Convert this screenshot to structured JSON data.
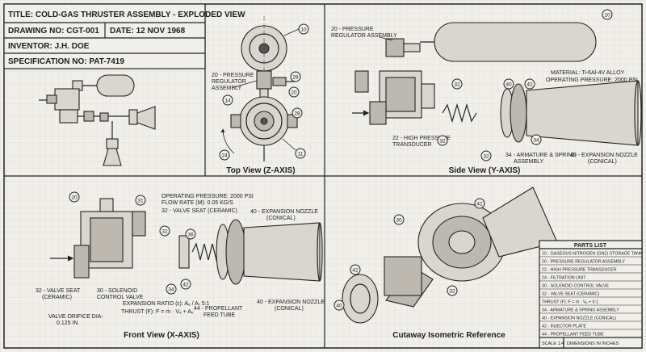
{
  "title_block": {
    "title": "TITLE: COLD-GAS THRUSTER ASSEMBLY - EXPLODED VIEW",
    "drawing_no": "DRAWING NO: CGT-001",
    "date": "DATE: 12 NOV 1968",
    "inventor": "INVENTOR: J.H. DOE",
    "specification": "SPECIFICATION NO: PAT-7419"
  },
  "views": {
    "top": "Top View (Z-AXIS)",
    "side": "Side View (Y-AXIS)",
    "front": "Front View (X-AXIS)",
    "cutaway": "Cutaway Isometric Reference"
  },
  "top_view_labels": {
    "regulator": [
      "20 - PRESSURE",
      "REGULATOR",
      "ASSEMBLY"
    ],
    "callouts": [
      "10",
      "28",
      "20",
      "14",
      "24",
      "11",
      "28"
    ]
  },
  "side_view_labels": {
    "regulator": [
      "20 - PRESSURE",
      "REGULATOR ASSEMBLY"
    ],
    "material": [
      "MATERIAL: Ti-6Al-4V ALLOY",
      "OPERATING PRESSURE: 2000 PSI"
    ],
    "transducer": [
      "22 - HIGH PRESSURE",
      "TRANSDUCER"
    ],
    "armature": [
      "34 - ARMATURE & SPRING",
      "ASSEMBLY"
    ],
    "nozzle": [
      "40 - EXPANSION NOZZLE",
      "(CONICAL)"
    ],
    "callouts": [
      "10",
      "32",
      "40",
      "42",
      "34",
      "32",
      "32"
    ]
  },
  "front_view_labels": {
    "specs": [
      "OPERATING PRESSURE: 2000 PSI",
      "FLOW RATE (M): 0.05 KG/S",
      "32 - VALVE SEAT (CERAMIC)"
    ],
    "nozzle_top": [
      "40 - EXPANSION NOZZLE",
      "(CONICAL)"
    ],
    "valve_seat": [
      "32 - VALVE SEAT",
      "(CERAMIC)"
    ],
    "solenoid": [
      "30 - SOLENOID",
      "CONTROL VALVE"
    ],
    "orifice": [
      "VALVE ORIFICE DIA:",
      "0.125 IN."
    ],
    "expansion": [
      "EXPANSION RATIO (ε): Aₑ / Aₜ 5:1",
      "THRUST (F): F = ṁ · Vₑ + Aₑ"
    ],
    "feed": [
      "44 - PROPELLANT",
      "FEED TUBE"
    ],
    "nozzle_bottom": [
      "40 - EXPANSION NOZZLE",
      "(CONICAL)"
    ],
    "callouts": [
      "20",
      "31",
      "32",
      "36",
      "34",
      "42"
    ]
  },
  "cutaway_labels": {
    "callouts": [
      "30",
      "42",
      "32",
      "40",
      "42"
    ]
  },
  "parts_list": {
    "heading": "PARTS LIST",
    "rows": [
      "10 - GASEOUS NITROGEN (GN2) STORAGE TANK",
      "20 - PRESSURE REGULATOR ASSEMBLY",
      "22 - HIGH PRESSURE TRANSDUCER",
      "24 - FILTRATION UNIT",
      "30 - SOLENOID CONTROL VALVE",
      "32 - VALVE SEAT (CERAMIC)",
      "THRUST (F): F = ṁ · Vₑ + 5:1",
      "34 - ARMATURE & SPRING ASSEMBLY",
      "40 - EXPANSION NOZZLE (CONICAL)",
      "42 - INJECTOR PLATE",
      "44 - PROPELLANT FEED TUBE"
    ],
    "scale": "SCALE 1:4",
    "dimensions": "DIMENSIONS IN INCHES"
  }
}
